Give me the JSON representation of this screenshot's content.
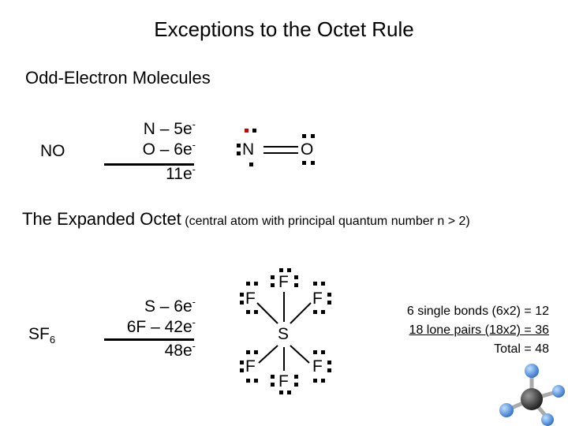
{
  "title": "Exceptions to the Octet Rule",
  "odd_electron": {
    "heading": "Odd-Electron Molecules",
    "molecule": "NO",
    "count_n": "N – 5e",
    "count_o": "O – 6e",
    "total": "11e",
    "electron_sup": "-",
    "atom_n": "N",
    "atom_o": "O"
  },
  "expanded": {
    "heading_main": "The Expanded Octet",
    "heading_note": "(central atom with principal quantum number n > 2)",
    "molecule_main": "SF",
    "molecule_sub": "6",
    "count_s": "S – 6e",
    "count_f": "6F – 42e",
    "total": "48e",
    "electron_sup": "-",
    "atom_s": "S",
    "atom_f": "F",
    "bonds_line": "6 single bonds (6x2) = 12",
    "pairs_line": "18 lone pairs (18x2) = 36",
    "total_line": "Total = 48"
  },
  "colors": {
    "lewis_highlight": "#cc0000",
    "sulfur_model": "#2b2b2b",
    "fluorine_model": "#3d7fd6"
  }
}
